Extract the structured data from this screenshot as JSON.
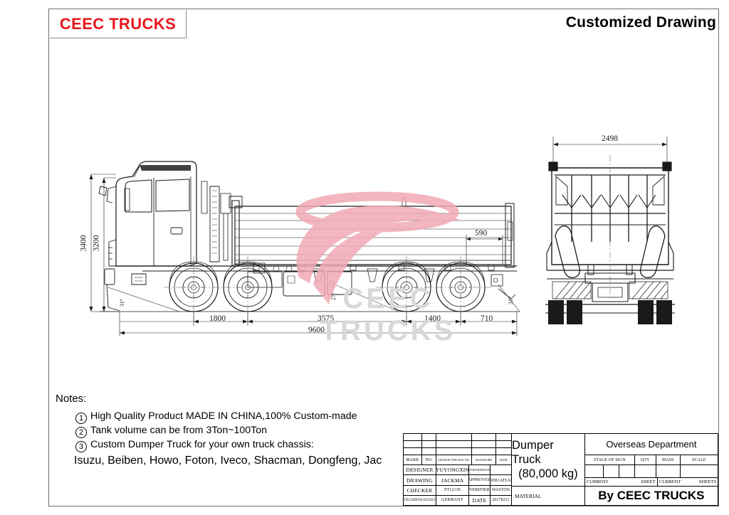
{
  "header": {
    "logo": "CEEC TRUCKS",
    "title": "Customized Drawing"
  },
  "watermark": {
    "text": "CEEC TRUCKS"
  },
  "notes": {
    "heading": "Notes:",
    "items": [
      {
        "num": "1",
        "text": "High Quality Product MADE IN CHINA,100% Custom-made"
      },
      {
        "num": "2",
        "text": "Tank volume can be from 3Ton~100Ton"
      },
      {
        "num": "3",
        "text": "Custom Dumper Truck for your own truck chassis:"
      }
    ],
    "chassis_list": "Isuzu, Beiben, Howo, Foton, Iveco, Shacman, Dongfeng, Jac"
  },
  "dimensions": {
    "side": {
      "height_overall": "3400",
      "height_cab": "3200",
      "wheelbase_1": "1800",
      "wheelbase_2": "3575",
      "wheelbase_3": "1400",
      "rear_overhang": "710",
      "total_length": "9600",
      "body_detail": "590",
      "angle_front": "31°",
      "angle_mid": "27°",
      "angle_rear": "31°"
    },
    "rear": {
      "width_overall": "2498"
    }
  },
  "title_block": {
    "revision_header": {
      "mark": "MARK",
      "no": "NO.",
      "change": "CHANGE THE FILE NO.",
      "signature": "SIGNATURE",
      "date": "DATE"
    },
    "rows": [
      {
        "label": "DESIGNER",
        "value": "YUYONGXIN",
        "label2": "STANDARDIZATION",
        "value2": ""
      },
      {
        "label": "DRAWING",
        "value": "JACKMA",
        "label2": "APPROVER",
        "value2": "LIHUATIAN"
      },
      {
        "label": "CHECKER",
        "value": "PT12139",
        "label2": "VERIFIER",
        "value2": "WASTON"
      },
      {
        "label": "TECHNOLOGIST",
        "value": "GERMANY",
        "label2": "DATE",
        "value2": "20170211"
      }
    ],
    "product_name": "Dumper Truck",
    "product_mass": "(80,000 kg)",
    "material_label": "MATERIAL",
    "department": "Overseas Department",
    "stage_headers": [
      "STAGE OF SIGN",
      "QTY",
      "MASS",
      "SCALE"
    ],
    "current_left": "CURRENT",
    "sheet_label": "SHEET",
    "current_right": "CURRENT",
    "sheets_label": "SHEETS",
    "byline": "By CEEC TRUCKS"
  },
  "colors": {
    "brand_red": "#e8161b",
    "frame_gray": "#6f6f6f",
    "watermark_gray": "#d8d8d8",
    "watermark_pink": "#f0a8b4",
    "line_black": "#1a1a1a"
  }
}
